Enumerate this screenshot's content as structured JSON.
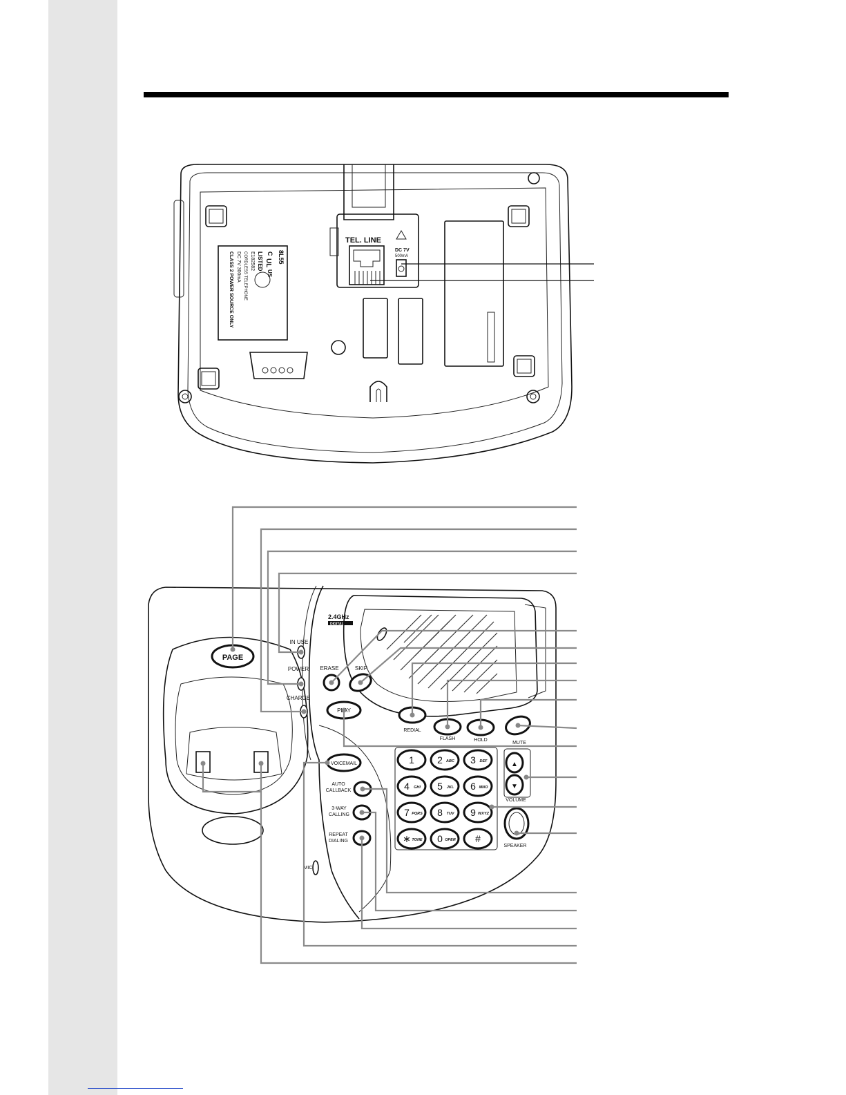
{
  "base_bottom": {
    "tel_line_label": "TEL. LINE",
    "dc_label": "DC 7V",
    "dc_current": "500mA",
    "rating_label": {
      "number": "8L55",
      "c_mark": "C",
      "ul_mark": "UL",
      "us_mark": "US",
      "listed": "LISTED",
      "file_no": "E182582",
      "product": "CORDLESS TELEPHONE",
      "rating": "DC 7V 300mA",
      "power_note": "CLASS 2 POWER SOURCE ONLY"
    }
  },
  "base_top": {
    "badge_freq": "2.4GHz",
    "badge_sub": "DIGITAL",
    "buttons": {
      "page": "PAGE",
      "in_use": "IN USE",
      "power": "POWER",
      "charge": "CHARGE",
      "erase": "ERASE",
      "skip": "SKIP",
      "play": "PLAY",
      "redial": "REDIAL",
      "flash": "FLASH",
      "hold": "HOLD",
      "mute": "MUTE",
      "volume": "VOLUME",
      "speaker": "SPEAKER",
      "voicemail": "VOICEMAIL",
      "auto_callback_1": "AUTO",
      "auto_callback_2": "CALLBACK",
      "three_way_1": "3-WAY",
      "three_way_2": "CALLING",
      "repeat_1": "REPEAT",
      "repeat_2": "DIALING",
      "mic": "MIC"
    },
    "keypad": [
      {
        "digit": "1",
        "letters": ""
      },
      {
        "digit": "2",
        "letters": "ABC"
      },
      {
        "digit": "3",
        "letters": "DEF"
      },
      {
        "digit": "4",
        "letters": "GHI"
      },
      {
        "digit": "5",
        "letters": "JKL"
      },
      {
        "digit": "6",
        "letters": "MNO"
      },
      {
        "digit": "7",
        "letters": "PQRS"
      },
      {
        "digit": "8",
        "letters": "TUV"
      },
      {
        "digit": "9",
        "letters": "WXYZ"
      },
      {
        "digit": "∗",
        "letters": "TONE"
      },
      {
        "digit": "0",
        "letters": "OPER"
      },
      {
        "digit": "#",
        "letters": ""
      }
    ]
  },
  "colors": {
    "callout": "#8a8a8a",
    "sidebar": "#e6e6e6",
    "rule": "#000000"
  }
}
